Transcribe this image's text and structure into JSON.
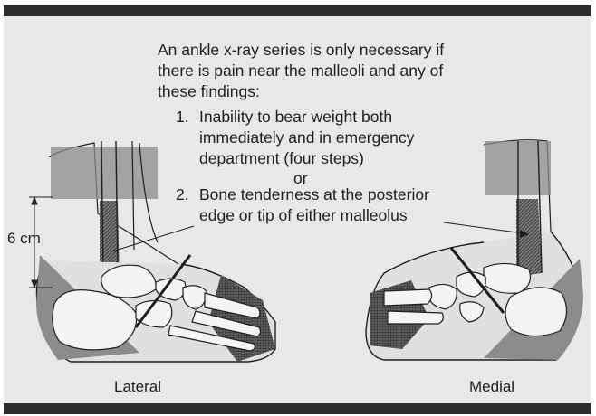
{
  "criteria": {
    "intro_lines": [
      "An ankle x-ray series is only necessary if",
      "there is pain near the malleoli and any of",
      "these findings:"
    ],
    "items": [
      {
        "number": "1.",
        "lines": [
          "Inability to bear weight both",
          "immediately and in emergency",
          "department (four steps)"
        ]
      },
      {
        "number": "2.",
        "lines": [
          "Bone tenderness at the posterior",
          "edge or tip of either malleolus"
        ]
      }
    ],
    "separator": "or"
  },
  "diagram": {
    "measurement_label": "6 cm",
    "left_view_label": "Lateral",
    "right_view_label": "Medial"
  },
  "colors": {
    "frame": "#2c2c2c",
    "background": "#e8e8e8",
    "shaded_zone": "#8c8c8c",
    "bone_fill": "#f4f4f4",
    "ink": "#1e1e1e"
  }
}
